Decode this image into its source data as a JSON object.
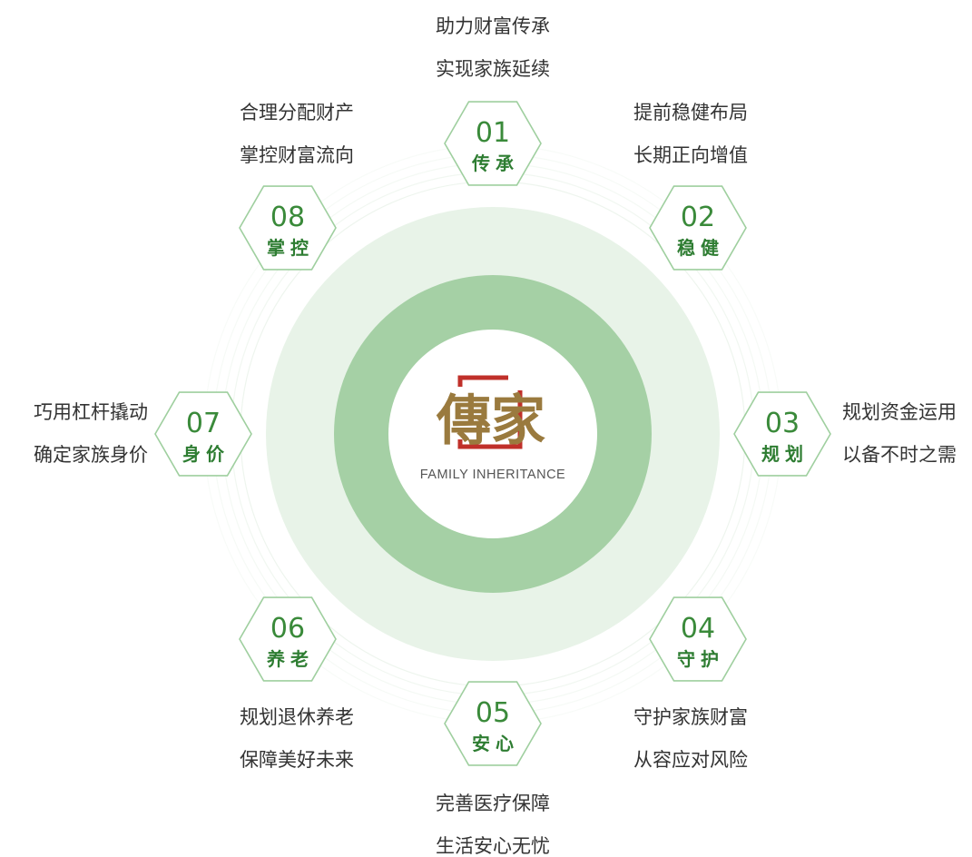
{
  "center": {
    "logo_text": "傳家",
    "logo_subtitle": "FAMILY INHERITANCE"
  },
  "colors": {
    "ring_light": "#e8f3e8",
    "ring_dark": "#a5d0a5",
    "hex_stroke": "#9fcf9f",
    "label_green": "#2e7d32",
    "number_green": "#3a8a3a",
    "logo_gold": "#9a7a3e",
    "logo_red": "#c0302a",
    "text": "#333333"
  },
  "items": [
    {
      "number": "01",
      "label": "传承",
      "desc_line1": "助力财富传承",
      "desc_line2": "实现家族延续"
    },
    {
      "number": "02",
      "label": "稳健",
      "desc_line1": "提前稳健布局",
      "desc_line2": "长期正向增值"
    },
    {
      "number": "03",
      "label": "规划",
      "desc_line1": "规划资金运用",
      "desc_line2": "以备不时之需"
    },
    {
      "number": "04",
      "label": "守护",
      "desc_line1": "守护家族财富",
      "desc_line2": "从容应对风险"
    },
    {
      "number": "05",
      "label": "安心",
      "desc_line1": "完善医疗保障",
      "desc_line2": "生活安心无忧"
    },
    {
      "number": "06",
      "label": "养老",
      "desc_line1": "规划退休养老",
      "desc_line2": "保障美好未来"
    },
    {
      "number": "07",
      "label": "身价",
      "desc_line1": "巧用杠杆撬动",
      "desc_line2": "确定家族身价"
    },
    {
      "number": "08",
      "label": "掌控",
      "desc_line1": "合理分配财产",
      "desc_line2": "掌控财富流向"
    }
  ]
}
